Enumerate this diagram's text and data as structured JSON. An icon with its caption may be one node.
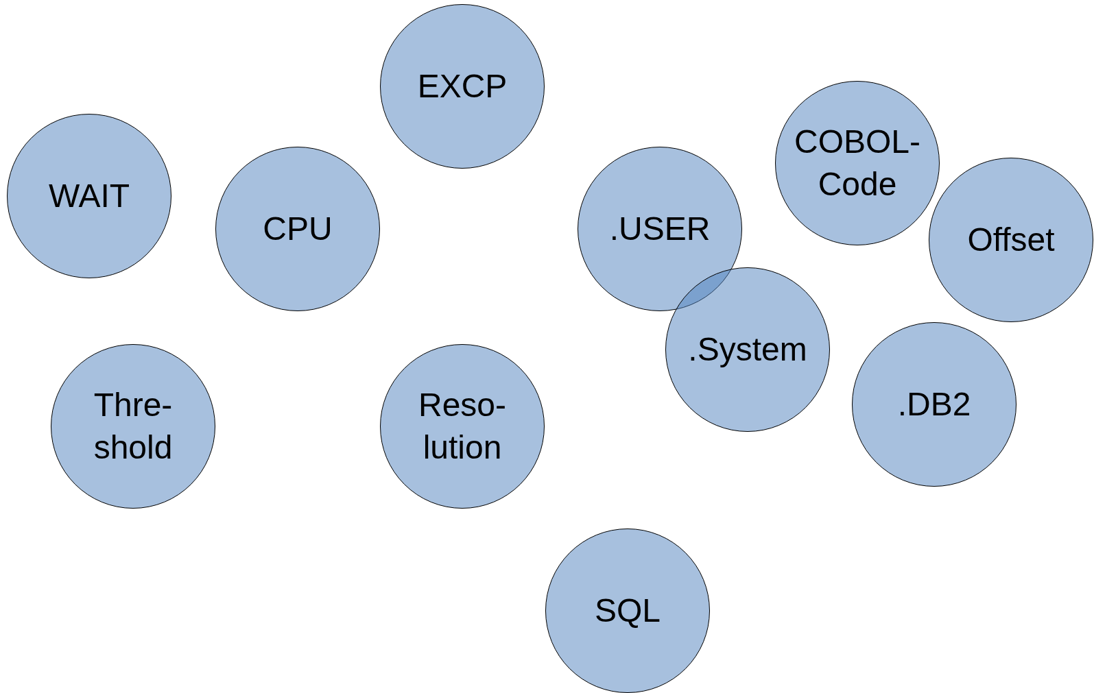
{
  "diagram": {
    "nodes": [
      {
        "text": [
          "EXCP"
        ]
      },
      {
        "text": [
          "COBOL- Code"
        ]
      },
      {
        "text": [
          "WAIT"
        ]
      },
      {
        "text": [
          "CPU"
        ]
      },
      {
        "text": [
          ".USER"
        ]
      },
      {
        "text": [
          "Offset"
        ]
      },
      {
        "text": [
          ".System"
        ]
      },
      {
        "text": [
          ".DB2"
        ]
      },
      {
        "text": [
          "Thre- shold"
        ]
      },
      {
        "text": [
          "Reso- lution"
        ]
      },
      {
        "text": [
          "SQL"
        ]
      }
    ]
  }
}
